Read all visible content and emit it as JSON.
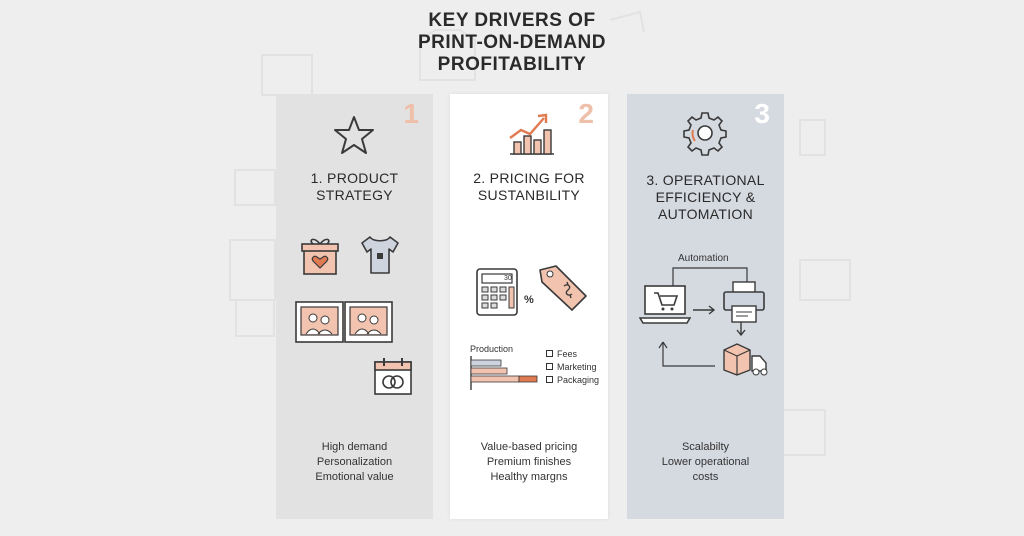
{
  "title_lines": [
    "KEY DRIVERS OF",
    "PRINT-ON-DEMAND",
    "PROFITABILITY"
  ],
  "panels": [
    {
      "number": "1",
      "title_lines": [
        "1. PRODUCT",
        "STRATEGY"
      ],
      "footer_lines": [
        "High demand",
        "Personalization",
        "Emotional value"
      ]
    },
    {
      "number": "2",
      "title_lines": [
        "2. PRICING FOR",
        "SUSTANBILITY"
      ],
      "chart_label": "Production",
      "legend": [
        "Fees",
        "Marketing",
        "Packaging"
      ],
      "calculator_display": "30",
      "percent_sign": "%",
      "footer_lines": [
        "Value-based pricing",
        "Premium finishes",
        "Healthy margns"
      ]
    },
    {
      "number": "3",
      "title_lines": [
        "3. OPERATIONAL",
        "EFFICIENCY &",
        "AUTOMATION"
      ],
      "flow_label": "Automation",
      "footer_lines": [
        "Scalabilty",
        "Lower operational",
        "costs"
      ]
    }
  ],
  "colors": {
    "accent_peach": "#f2c3ae",
    "accent_orange": "#e07a50",
    "panel_grey": "#e2e2e2",
    "panel_blue": "#d5d9e0",
    "line_dark": "#3a3a3a"
  },
  "icons": [
    "star-icon",
    "chart-up-icon",
    "gear-icon",
    "gift-box-icon",
    "tshirt-icon",
    "photo-book-icon",
    "calendar-rings-icon",
    "calculator-icon",
    "price-tag-icon",
    "laptop-cart-icon",
    "printer-icon",
    "package-icon",
    "delivery-truck-icon"
  ]
}
